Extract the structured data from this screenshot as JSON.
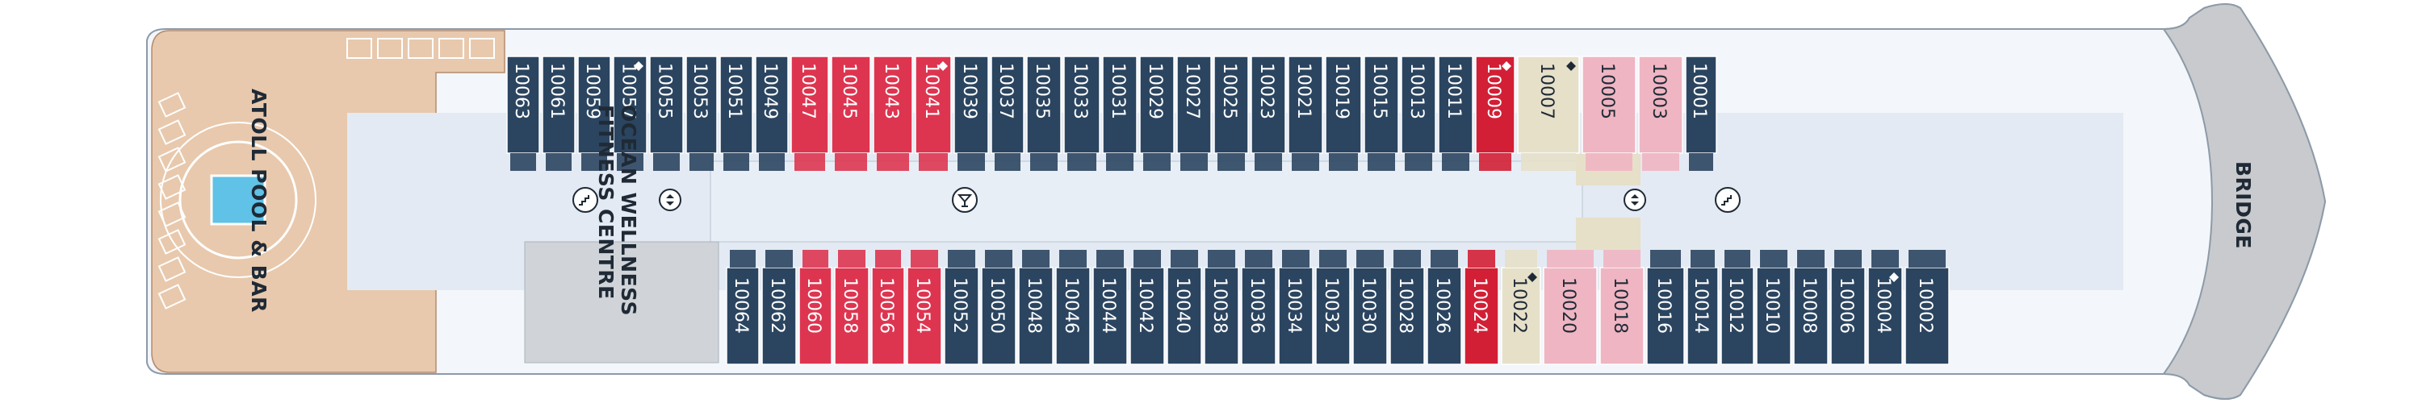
{
  "deck": {
    "bridge_label": "BRIDGE",
    "pool_label": "ATOLL POOL & BAR",
    "wellness_line1": "OCEAN WELLNESS",
    "wellness_line2": "FITNESS CENTRE"
  },
  "colors": {
    "navy": "#2b4560",
    "red": "#dd3550",
    "dark_red": "#d21f35",
    "pink": "#efb5c2",
    "beige": "#e6e0c9",
    "deck_floor": "#e3eaf3",
    "wood": "#e8c9ad",
    "corridor": "#eef2f8",
    "bridge_grey": "#c8cacd"
  },
  "icons": {
    "lift": "lift-icon",
    "stairs": "stairs-icon",
    "pool_bar": "cocktail-icon"
  },
  "legend_categories": [
    "navy",
    "red",
    "dark_red",
    "pink",
    "beige"
  ],
  "cabins_top": [
    {
      "n": "10063",
      "c": "navy"
    },
    {
      "n": "10061",
      "c": "navy"
    },
    {
      "n": "10059",
      "c": "navy"
    },
    {
      "n": "10057",
      "c": "navy",
      "mark": true
    },
    {
      "n": "10055",
      "c": "navy"
    },
    {
      "n": "10053",
      "c": "navy"
    },
    {
      "n": "10051",
      "c": "navy"
    },
    {
      "n": "10049",
      "c": "navy"
    },
    {
      "n": "10047",
      "c": "red"
    },
    {
      "n": "10045",
      "c": "red"
    },
    {
      "n": "10043",
      "c": "red"
    },
    {
      "n": "10041",
      "c": "red",
      "mark": true
    },
    {
      "n": "10039",
      "c": "navy"
    },
    {
      "n": "10037",
      "c": "navy"
    },
    {
      "n": "10035",
      "c": "navy"
    },
    {
      "n": "10033",
      "c": "navy"
    },
    {
      "n": "10031",
      "c": "navy"
    },
    {
      "n": "10029",
      "c": "navy"
    },
    {
      "n": "10027",
      "c": "navy"
    },
    {
      "n": "10025",
      "c": "navy"
    },
    {
      "n": "10023",
      "c": "navy"
    },
    {
      "n": "10021",
      "c": "navy"
    },
    {
      "n": "10019",
      "c": "navy"
    },
    {
      "n": "10015",
      "c": "navy"
    },
    {
      "n": "10013",
      "c": "navy"
    },
    {
      "n": "10011",
      "c": "navy"
    },
    {
      "n": "10009",
      "c": "dark_red",
      "mark": true
    },
    {
      "n": "10007",
      "c": "beige",
      "mark": true
    },
    {
      "n": "10005",
      "c": "pink"
    },
    {
      "n": "10003",
      "c": "pink"
    },
    {
      "n": "10001",
      "c": "navy"
    }
  ],
  "cabins_bottom": [
    {
      "n": "10064",
      "c": "navy"
    },
    {
      "n": "10062",
      "c": "navy"
    },
    {
      "n": "10060",
      "c": "red"
    },
    {
      "n": "10058",
      "c": "red"
    },
    {
      "n": "10056",
      "c": "red"
    },
    {
      "n": "10054",
      "c": "red"
    },
    {
      "n": "10052",
      "c": "navy"
    },
    {
      "n": "10050",
      "c": "navy"
    },
    {
      "n": "10048",
      "c": "navy"
    },
    {
      "n": "10046",
      "c": "navy"
    },
    {
      "n": "10044",
      "c": "navy"
    },
    {
      "n": "10042",
      "c": "navy"
    },
    {
      "n": "10040",
      "c": "navy"
    },
    {
      "n": "10038",
      "c": "navy"
    },
    {
      "n": "10036",
      "c": "navy"
    },
    {
      "n": "10034",
      "c": "navy"
    },
    {
      "n": "10032",
      "c": "navy"
    },
    {
      "n": "10030",
      "c": "navy"
    },
    {
      "n": "10028",
      "c": "navy"
    },
    {
      "n": "10026",
      "c": "navy"
    },
    {
      "n": "10024",
      "c": "dark_red"
    },
    {
      "n": "10022",
      "c": "beige",
      "mark": true
    },
    {
      "n": "10020",
      "c": "pink"
    },
    {
      "n": "10018",
      "c": "pink"
    },
    {
      "n": "10016",
      "c": "navy"
    },
    {
      "n": "10014",
      "c": "navy"
    },
    {
      "n": "10012",
      "c": "navy"
    },
    {
      "n": "10010",
      "c": "navy"
    },
    {
      "n": "10008",
      "c": "navy"
    },
    {
      "n": "10006",
      "c": "navy"
    },
    {
      "n": "10004",
      "c": "navy",
      "mark": true
    },
    {
      "n": "10002",
      "c": "navy"
    }
  ]
}
